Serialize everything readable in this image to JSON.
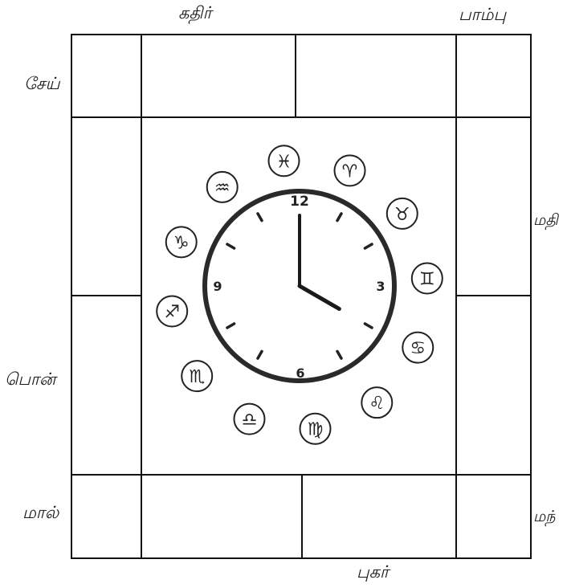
{
  "planets": {
    "top": "கதிர்",
    "top_right": "பாம்பு",
    "upper_left": "சேய்",
    "right": "மதி",
    "left": "பொன்",
    "bottom_left": "மால்",
    "bottom_right": "மந்",
    "bottom": "புகர்"
  },
  "clock": {
    "numbers": [
      "12",
      "3",
      "6",
      "9"
    ],
    "hour": 4,
    "minute": 0
  },
  "zodiac_icons": [
    "pisces-icon",
    "aries-icon",
    "taurus-icon",
    "gemini-icon",
    "cancer-icon",
    "leo-icon",
    "virgo-icon",
    "libra-icon",
    "scorpio-icon",
    "sagittarius-icon",
    "capricorn-icon",
    "aquarius-icon"
  ]
}
